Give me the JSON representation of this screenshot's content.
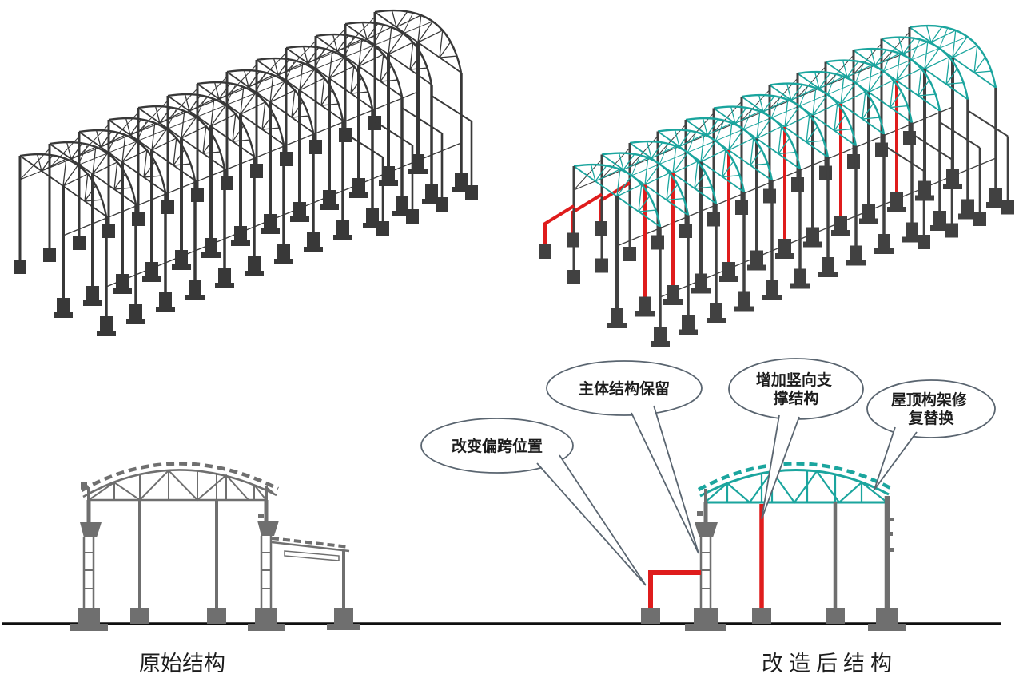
{
  "palette": {
    "original_steel": "#383838",
    "renovated_column_steel": "#414141",
    "roof_truss_teal": "#1ba59e",
    "new_member_red": "#df1c1c",
    "elevation_gray": "#6f6f6f",
    "ground_line": "#101010",
    "callout_outline": "#5a6570",
    "label_text": "#1c1c1c"
  },
  "callouts": [
    {
      "name": "change-offset-span-position",
      "lines": [
        "改变偏跨位置"
      ]
    },
    {
      "name": "main-structure-retained",
      "lines": [
        "主体结构保留"
      ]
    },
    {
      "name": "add-vertical-support",
      "lines": [
        "增加竖向支",
        "撑结构"
      ]
    },
    {
      "name": "roof-frame-repair-replace",
      "lines": [
        "屋顶构架修",
        "复替换"
      ]
    }
  ],
  "captions": {
    "original": "原始结构",
    "renovated": "改造后结构"
  }
}
